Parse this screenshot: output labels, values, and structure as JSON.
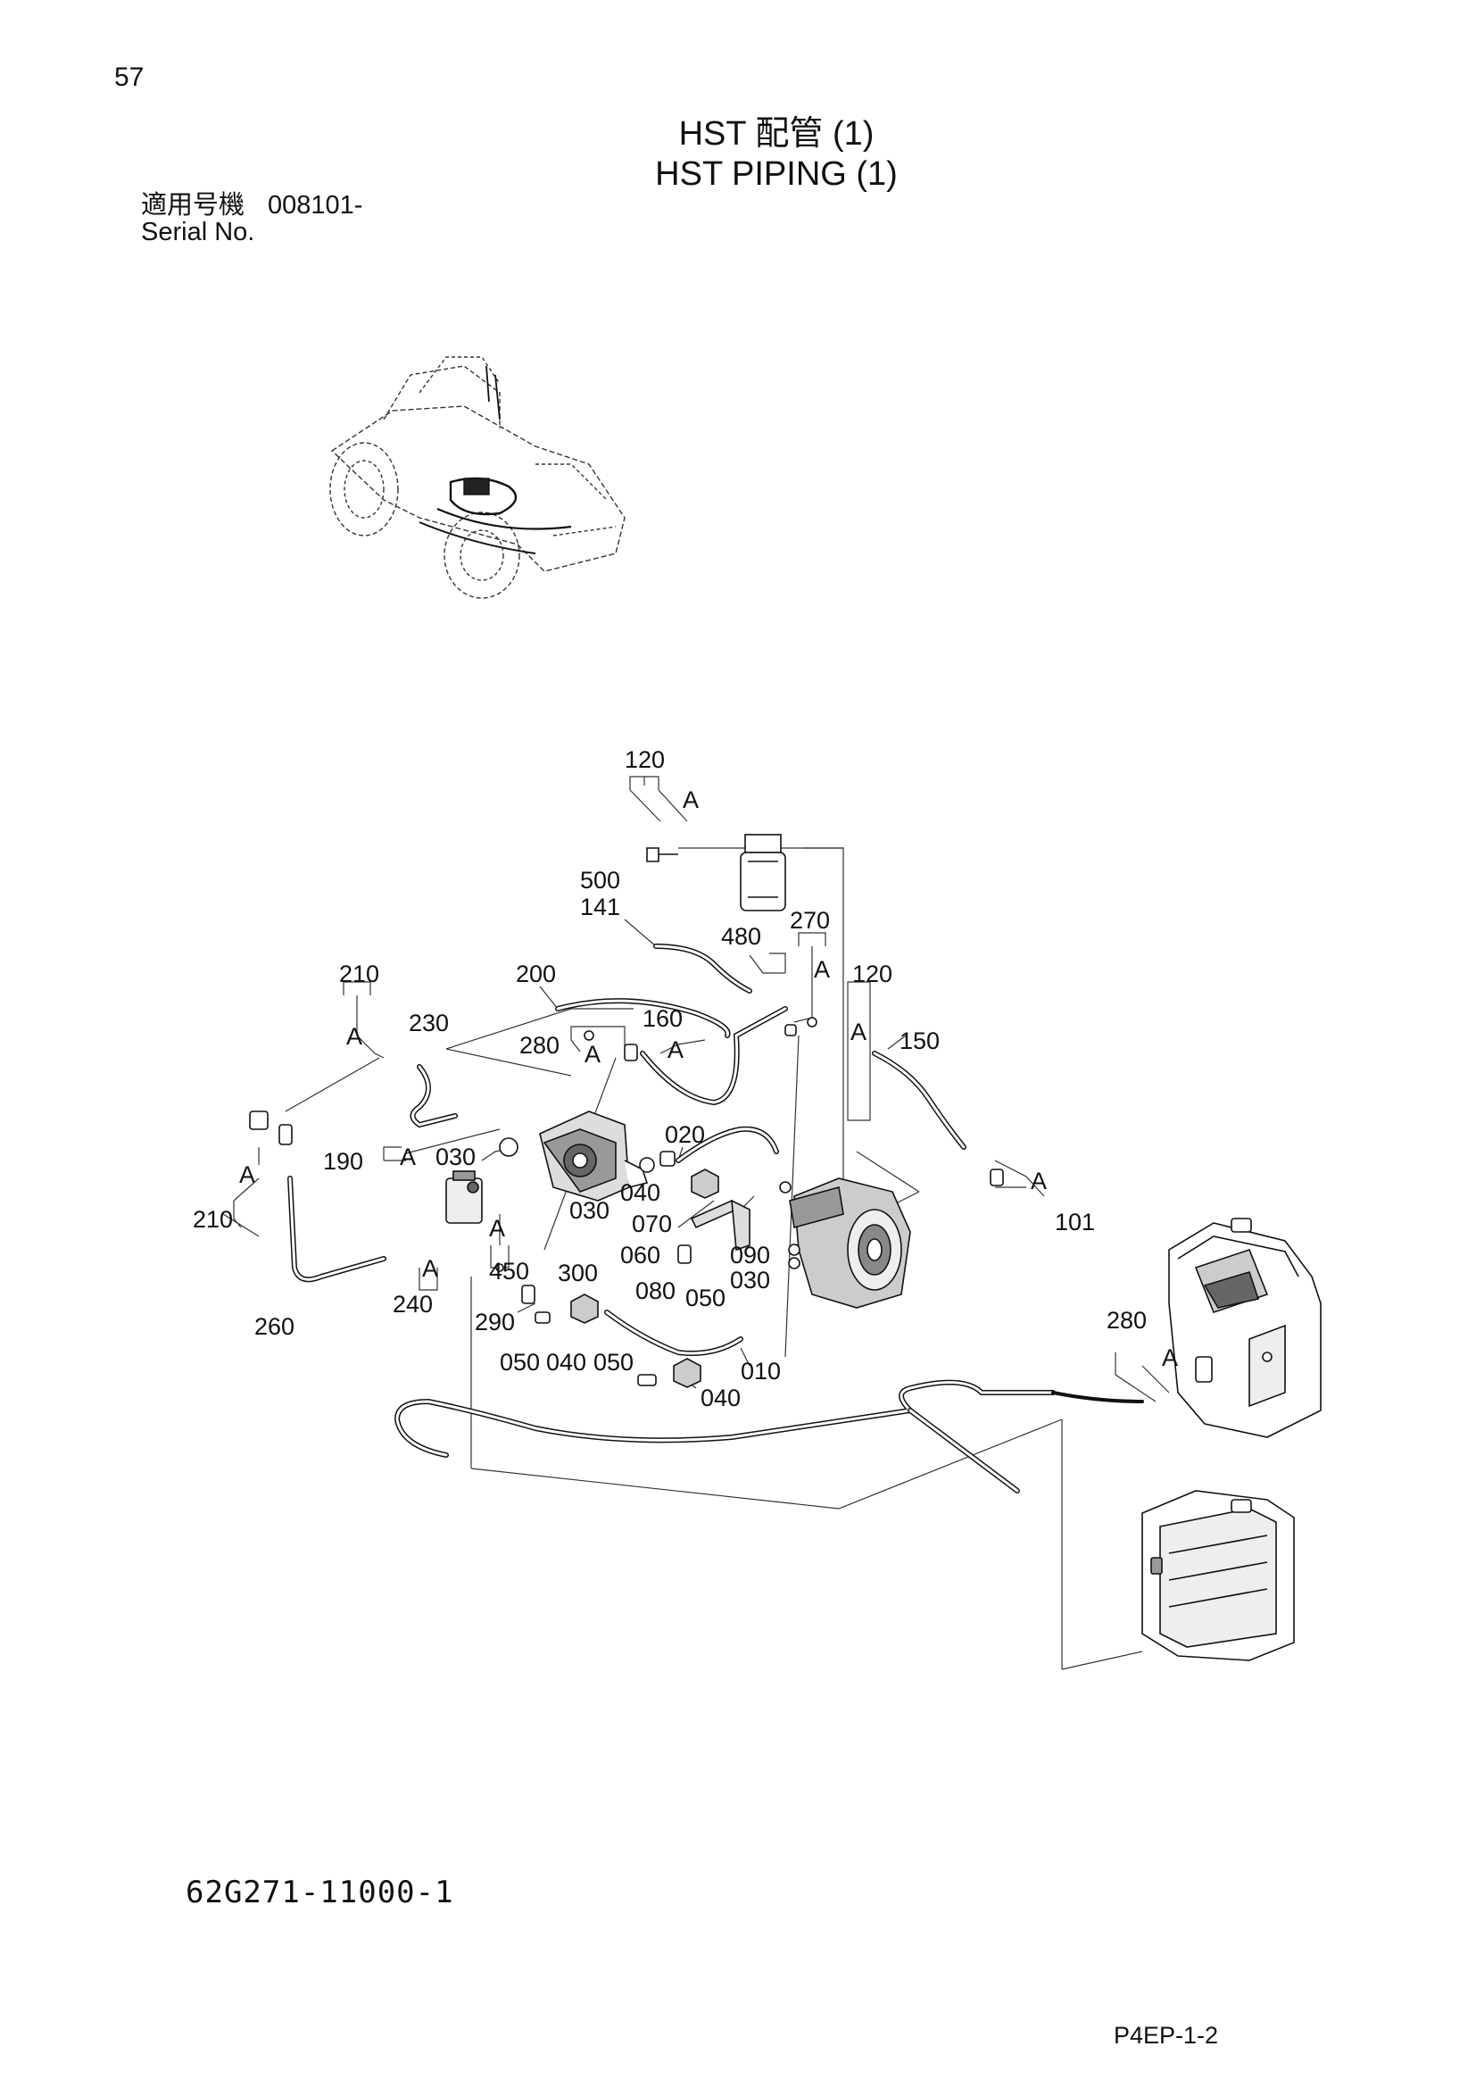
{
  "page": {
    "number": "57",
    "title_jp": "HST 配管 (1)",
    "title_en": "HST PIPING (1)",
    "serial_label_jp": "適用号機",
    "serial_value": "008101-",
    "serial_label_en": "Serial No.",
    "drawing_number": "62G271-11000-1",
    "page_code": "P4EP-1-2"
  },
  "callouts": [
    {
      "id": "c120a",
      "text": "120"
    },
    {
      "id": "c500",
      "text": "500"
    },
    {
      "id": "c141",
      "text": "141"
    },
    {
      "id": "c480",
      "text": "480"
    },
    {
      "id": "c270",
      "text": "270"
    },
    {
      "id": "c120b",
      "text": "120"
    },
    {
      "id": "c210a",
      "text": "210"
    },
    {
      "id": "c200",
      "text": "200"
    },
    {
      "id": "c230",
      "text": "230"
    },
    {
      "id": "c160",
      "text": "160"
    },
    {
      "id": "c280a",
      "text": "280"
    },
    {
      "id": "c150",
      "text": "150"
    },
    {
      "id": "c190",
      "text": "190"
    },
    {
      "id": "c030a",
      "text": "030"
    },
    {
      "id": "c020",
      "text": "020"
    },
    {
      "id": "c040a",
      "text": "040"
    },
    {
      "id": "c030b",
      "text": "030"
    },
    {
      "id": "c070",
      "text": "070"
    },
    {
      "id": "c060",
      "text": "060"
    },
    {
      "id": "c090",
      "text": "090"
    },
    {
      "id": "c030c",
      "text": "030"
    },
    {
      "id": "c080",
      "text": "080"
    },
    {
      "id": "c050a",
      "text": "050"
    },
    {
      "id": "c210b",
      "text": "210"
    },
    {
      "id": "c101",
      "text": "101"
    },
    {
      "id": "c450",
      "text": "450"
    },
    {
      "id": "c300",
      "text": "300"
    },
    {
      "id": "c240",
      "text": "240"
    },
    {
      "id": "c260",
      "text": "260"
    },
    {
      "id": "c290",
      "text": "290"
    },
    {
      "id": "c050b",
      "text": "050"
    },
    {
      "id": "c040b",
      "text": "040"
    },
    {
      "id": "c050c",
      "text": "050"
    },
    {
      "id": "c010",
      "text": "010"
    },
    {
      "id": "c040c",
      "text": "040"
    },
    {
      "id": "c280b",
      "text": "280"
    }
  ],
  "assembly_marks": {
    "a": "A"
  }
}
